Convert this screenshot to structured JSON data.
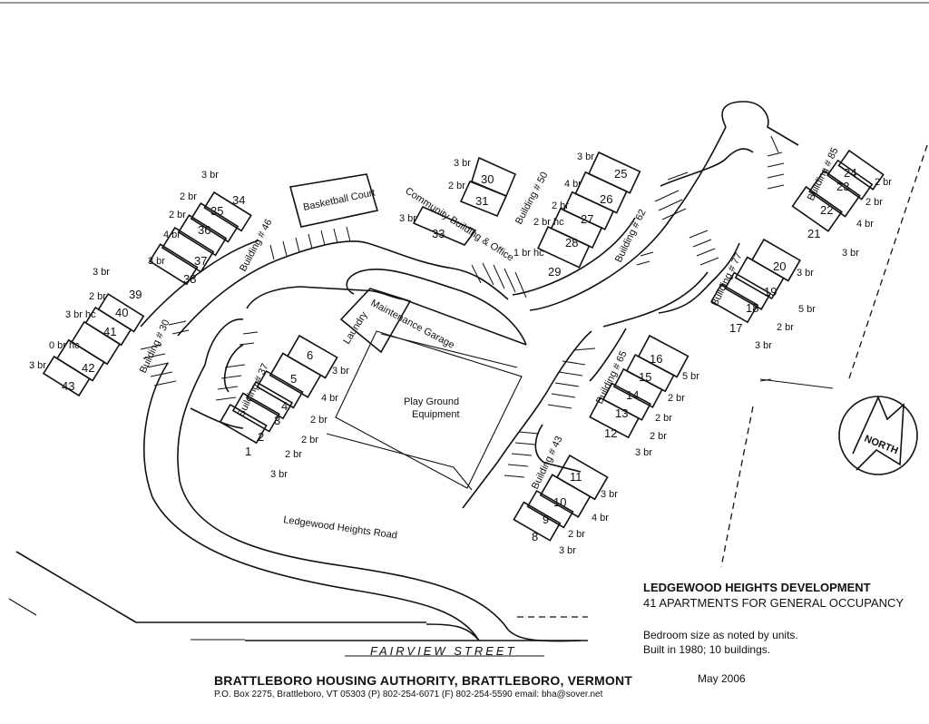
{
  "title": "LEDGEWOOD HEIGHTS DEVELOPMENT",
  "subtitle": "41 APARTMENTS FOR GENERAL OCCUPANCY",
  "note_bedrooms": "Bedroom size as noted by units.",
  "note_built": "Built in 1980; 10 buildings.",
  "date": "May 2006",
  "authority": "BRATTLEBORO HOUSING AUTHORITY, BRATTLEBORO, VERMONT",
  "contact": "P.O. Box 2275, Brattleboro, VT 05303  (P) 802-254-6071  (F) 802-254-5590  email: bha@sover.net",
  "compass": "NORTH",
  "roads": {
    "ledgewood": "Ledgewood Heights Road",
    "fairview": "FAIRVIEW STREET"
  },
  "facilities": {
    "basketball": "Basketball Court",
    "community": "Community Building & Office",
    "maintenance": "Maintenance Garage",
    "laundry": "Laundry",
    "playground_line1": "Play Ground",
    "playground_line2": "Equipment"
  },
  "buildings": {
    "b30": "Building # 30",
    "b46": "Building # 46",
    "b50": "Building # 50",
    "b62": "Building # 62",
    "b85": "Building # 85",
    "b77": "Building # 77",
    "b65": "Building # 65",
    "b43": "Building # 43",
    "b37": "Building # 37"
  },
  "units": {
    "u1": "1",
    "u2": "2",
    "u3": "3",
    "u4": "4",
    "u5": "5",
    "u6": "6",
    "u8": "8",
    "u9": "9",
    "u10": "10",
    "u11": "11",
    "u12": "12",
    "u13": "13",
    "u14": "14",
    "u15": "15",
    "u16": "16",
    "u17": "17",
    "u18": "18",
    "u19": "19",
    "u20": "20",
    "u21": "21",
    "u22": "22",
    "u23": "23",
    "u24": "24",
    "u25": "25",
    "u26": "26",
    "u27": "27",
    "u28": "28",
    "u29": "29",
    "u30": "30",
    "u31": "31",
    "u33": "33",
    "u34": "34",
    "u35": "35",
    "u36": "36",
    "u37": "37",
    "u38": "38",
    "u39": "39",
    "u40": "40",
    "u41": "41",
    "u42": "42",
    "u43": "43"
  },
  "bedrooms": {
    "br3": "3 br",
    "br2": "2 br",
    "br4": "4 br",
    "br5": "5 br",
    "br1hc": "1 br hc",
    "br2hc": "2 br hc",
    "br3hc": "3 br hc",
    "br0hc": "0 br hc"
  }
}
